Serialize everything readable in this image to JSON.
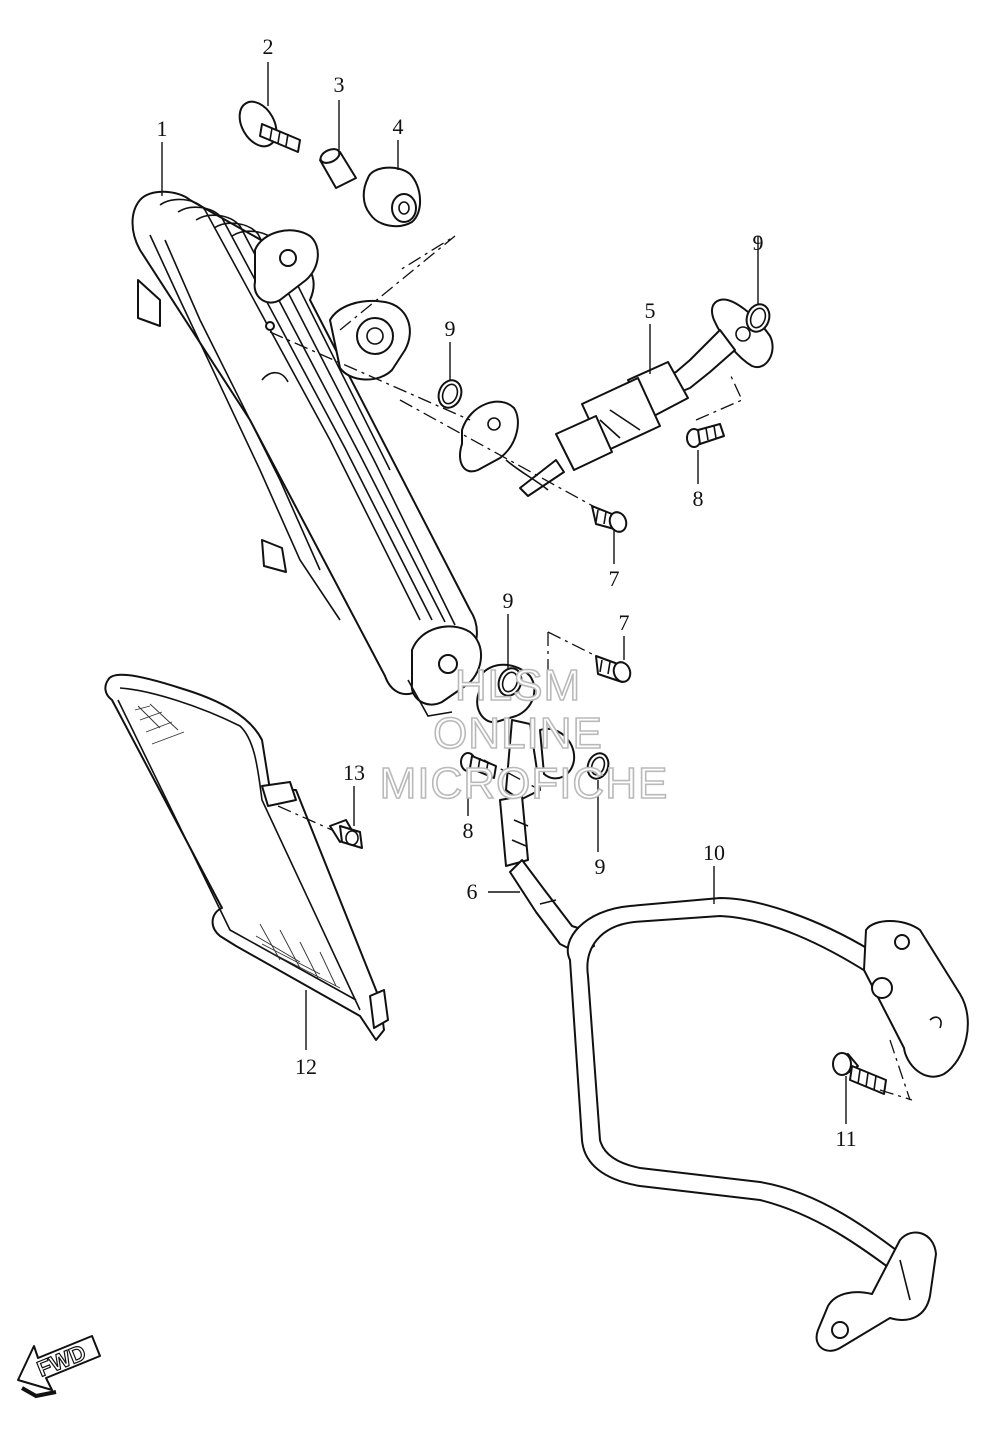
{
  "diagram": {
    "callouts": [
      "1",
      "2",
      "3",
      "4",
      "5",
      "6",
      "7",
      "7",
      "8",
      "8",
      "9",
      "9",
      "9",
      "9",
      "10",
      "11",
      "12",
      "13"
    ],
    "watermark": [
      "HLSM",
      "ONLINE",
      "MICROFICHE"
    ],
    "fwd_label": "FWD"
  }
}
